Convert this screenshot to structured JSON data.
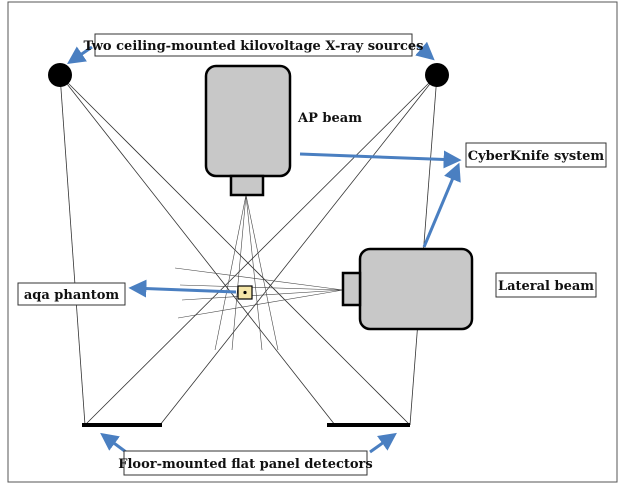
{
  "labels": {
    "sources": "Two ceiling-mounted kilovoltage X-ray sources",
    "ap_beam": "AP beam",
    "cyberknife": "CyberKnife system",
    "lateral_beam": "Lateral beam",
    "phantom": "aqa phantom",
    "detectors": "Floor-mounted flat panel detectors"
  },
  "colors": {
    "arrow": "#4a7fc1",
    "device_fill": "#c8c8c8",
    "outline": "#000000",
    "phantom_fill": "#f5e6a8"
  }
}
